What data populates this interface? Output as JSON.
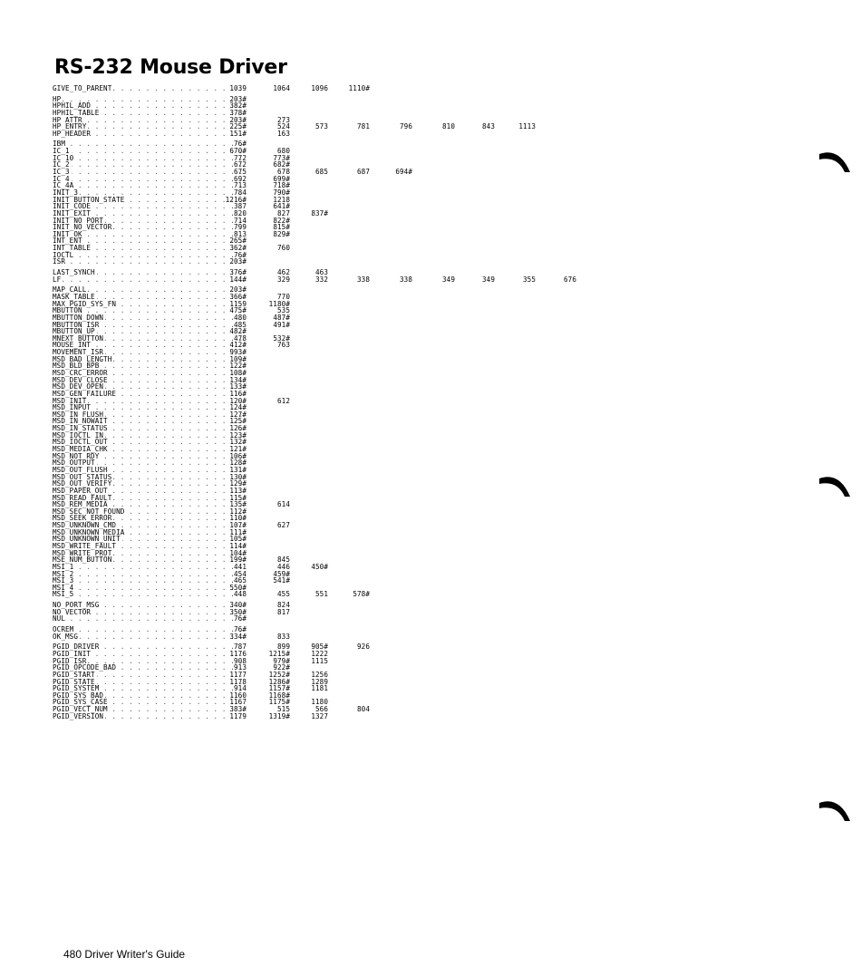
{
  "page": {
    "title": "RS-232 Mouse Driver",
    "footer": "480 Driver Writer's Guide"
  },
  "groups": [
    {
      "rows": [
        {
          "sym": "GIVE_TO_PARENT",
          "refs": [
            "1039",
            "1064",
            "1096",
            "1110#"
          ]
        }
      ]
    },
    {
      "rows": [
        {
          "sym": "HP",
          "refs": [
            "203#"
          ]
        },
        {
          "sym": "HPHIL_ADD",
          "refs": [
            "382#"
          ]
        },
        {
          "sym": "HPHIL_TABLE",
          "refs": [
            "378#"
          ]
        },
        {
          "sym": "HP_ATTR",
          "refs": [
            "203#",
            "273"
          ]
        },
        {
          "sym": "HP_ENTRY",
          "refs": [
            "225#",
            "524",
            "573",
            "781",
            "796",
            "810",
            "843",
            "1113"
          ]
        },
        {
          "sym": "HP_HEADER",
          "refs": [
            "151#",
            "163"
          ]
        }
      ]
    },
    {
      "rows": [
        {
          "sym": "IBM",
          "refs": [
            "76#"
          ]
        },
        {
          "sym": "IC_1",
          "refs": [
            "670#",
            "680"
          ]
        },
        {
          "sym": "IC_10",
          "refs": [
            "772",
            "773#"
          ]
        },
        {
          "sym": "IC_2",
          "refs": [
            "672",
            "682#"
          ]
        },
        {
          "sym": "IC_3",
          "refs": [
            "675",
            "678",
            "685",
            "687",
            "694#"
          ]
        },
        {
          "sym": "IC_4",
          "refs": [
            "692",
            "699#"
          ]
        },
        {
          "sym": "IC_4A",
          "refs": [
            "713",
            "718#"
          ]
        },
        {
          "sym": "INIT_3",
          "refs": [
            "784",
            "790#"
          ]
        },
        {
          "sym": "INIT_BUTTON_STATE",
          "refs": [
            "1216#",
            "1218"
          ]
        },
        {
          "sym": "INIT_CODE",
          "refs": [
            "387",
            "641#"
          ]
        },
        {
          "sym": "INIT_EXIT",
          "refs": [
            "820",
            "827",
            "837#"
          ]
        },
        {
          "sym": "INIT_NO_PORT",
          "refs": [
            "714",
            "822#"
          ]
        },
        {
          "sym": "INIT_NO_VECTOR",
          "refs": [
            "799",
            "815#"
          ]
        },
        {
          "sym": "INIT_OK",
          "refs": [
            "813",
            "829#"
          ]
        },
        {
          "sym": "INT_ENT",
          "refs": [
            "265#"
          ]
        },
        {
          "sym": "INT_TABLE",
          "refs": [
            "362#",
            "760"
          ]
        },
        {
          "sym": "IOCTL",
          "refs": [
            "76#"
          ]
        },
        {
          "sym": "ISR",
          "refs": [
            "203#"
          ]
        }
      ]
    },
    {
      "rows": [
        {
          "sym": "LAST_SYNCH",
          "refs": [
            "376#",
            "462",
            "463"
          ]
        },
        {
          "sym": "LF",
          "refs": [
            "144#",
            "329",
            "332",
            "338",
            "338",
            "349",
            "349",
            "355",
            "676"
          ]
        }
      ]
    },
    {
      "rows": [
        {
          "sym": "MAP_CALL",
          "refs": [
            "203#"
          ]
        },
        {
          "sym": "MASK_TABLE",
          "refs": [
            "366#",
            "770"
          ]
        },
        {
          "sym": "MAX_PGID_SYS_FN",
          "refs": [
            "1159",
            "1180#"
          ]
        },
        {
          "sym": "MBUTTON",
          "refs": [
            "475#",
            "535"
          ]
        },
        {
          "sym": "MBUTTON_DOWN",
          "refs": [
            "480",
            "487#"
          ]
        },
        {
          "sym": "MBUTTON_ISR",
          "refs": [
            "485",
            "491#"
          ]
        },
        {
          "sym": "MBUTTON_UP",
          "refs": [
            "482#"
          ]
        },
        {
          "sym": "MNEXT_BUTTON",
          "refs": [
            "478",
            "532#"
          ]
        },
        {
          "sym": "MOUSE_INT",
          "refs": [
            "412#",
            "763"
          ]
        },
        {
          "sym": "MOVEMENT_ISR",
          "refs": [
            "993#"
          ]
        },
        {
          "sym": "MSD_BAD_LENGTH",
          "refs": [
            "109#"
          ]
        },
        {
          "sym": "MSD_BLD_BPB",
          "refs": [
            "122#"
          ]
        },
        {
          "sym": "MSD_CRC_ERROR",
          "refs": [
            "108#"
          ]
        },
        {
          "sym": "MSD_DEV_CLOSE",
          "refs": [
            "134#"
          ]
        },
        {
          "sym": "MSD_DEV_OPEN",
          "refs": [
            "133#"
          ]
        },
        {
          "sym": "MSD_GEN_FAILURE",
          "refs": [
            "116#"
          ]
        },
        {
          "sym": "MSD_INIT",
          "refs": [
            "120#",
            "612"
          ]
        },
        {
          "sym": "MSD_INPUT",
          "refs": [
            "124#"
          ]
        },
        {
          "sym": "MSD_IN_FLUSH",
          "refs": [
            "127#"
          ]
        },
        {
          "sym": "MSD_IN_NOWAIT",
          "refs": [
            "125#"
          ]
        },
        {
          "sym": "MSD_IN_STATUS",
          "refs": [
            "126#"
          ]
        },
        {
          "sym": "MSD_IOCTL_IN",
          "refs": [
            "123#"
          ]
        },
        {
          "sym": "MSD_IOCTL_OUT",
          "refs": [
            "132#"
          ]
        },
        {
          "sym": "MSD_MEDIA_CHK",
          "refs": [
            "121#"
          ]
        },
        {
          "sym": "MSD_NOT_RDY",
          "refs": [
            "106#"
          ]
        },
        {
          "sym": "MSD_OUTPUT",
          "refs": [
            "128#"
          ]
        },
        {
          "sym": "MSD_OUT_FLUSH",
          "refs": [
            "131#"
          ]
        },
        {
          "sym": "MSD_OUT_STATUS",
          "refs": [
            "130#"
          ]
        },
        {
          "sym": "MSD_OUT_VERIFY",
          "refs": [
            "129#"
          ]
        },
        {
          "sym": "MSD_PAPER_OUT",
          "refs": [
            "113#"
          ]
        },
        {
          "sym": "MSD_READ_FAULT",
          "refs": [
            "115#"
          ]
        },
        {
          "sym": "MSD_REM_MEDIA",
          "refs": [
            "135#",
            "614"
          ]
        },
        {
          "sym": "MSD_SEC_NOT_FOUND",
          "refs": [
            "112#"
          ]
        },
        {
          "sym": "MSD_SEEK_ERROR",
          "refs": [
            "110#"
          ]
        },
        {
          "sym": "MSD_UNKNOWN_CMD",
          "refs": [
            "107#",
            "627"
          ]
        },
        {
          "sym": "MSD_UNKNOWN_MEDIA",
          "refs": [
            "111#"
          ]
        },
        {
          "sym": "MSD_UNKNOWN_UNIT",
          "refs": [
            "105#"
          ]
        },
        {
          "sym": "MSD_WRITE_FAULT",
          "refs": [
            "114#"
          ]
        },
        {
          "sym": "MSD_WRITE_PROT",
          "refs": [
            "104#"
          ]
        },
        {
          "sym": "MSE_NUM_BUTTON",
          "refs": [
            "199#",
            "845"
          ]
        },
        {
          "sym": "MSI_1",
          "refs": [
            "441",
            "446",
            "450#"
          ]
        },
        {
          "sym": "MSI_2",
          "refs": [
            "454",
            "459#"
          ]
        },
        {
          "sym": "MSI_3",
          "refs": [
            "465",
            "541#"
          ]
        },
        {
          "sym": "MSI_4",
          "refs": [
            "550#"
          ]
        },
        {
          "sym": "MSI_5",
          "refs": [
            "448",
            "455",
            "551",
            "578#"
          ]
        }
      ]
    },
    {
      "rows": [
        {
          "sym": "NO_PORT_MSG",
          "refs": [
            "340#",
            "824"
          ]
        },
        {
          "sym": "NO_VECTOR",
          "refs": [
            "350#",
            "817"
          ]
        },
        {
          "sym": "NUL",
          "refs": [
            "76#"
          ]
        }
      ]
    },
    {
      "rows": [
        {
          "sym": "OCREM",
          "refs": [
            "76#"
          ]
        },
        {
          "sym": "OK_MSG",
          "refs": [
            "334#",
            "833"
          ]
        }
      ]
    },
    {
      "rows": [
        {
          "sym": "PGID_DRIVER",
          "refs": [
            "787",
            "899",
            "905#",
            "926"
          ]
        },
        {
          "sym": "PGID_INIT",
          "refs": [
            "1176",
            "1215#",
            "1222"
          ]
        },
        {
          "sym": "PGID_ISR",
          "refs": [
            "908",
            "979#",
            "1115"
          ]
        },
        {
          "sym": "PGID_OPCODE_BAD",
          "refs": [
            "913",
            "922#"
          ]
        },
        {
          "sym": "PGID_START",
          "refs": [
            "1177",
            "1252#",
            "1256"
          ]
        },
        {
          "sym": "PGID_STATE",
          "refs": [
            "1178",
            "1286#",
            "1289"
          ]
        },
        {
          "sym": "PGID_SYSTEM",
          "refs": [
            "914",
            "1157#",
            "1181"
          ]
        },
        {
          "sym": "PGID_SYS_BAD",
          "refs": [
            "1160",
            "1168#"
          ]
        },
        {
          "sym": "PGID_SYS_CASE",
          "refs": [
            "1167",
            "1175#",
            "1180"
          ]
        },
        {
          "sym": "PGID_VECT_NUM",
          "refs": [
            "383#",
            "515",
            "566",
            "804"
          ]
        },
        {
          "sym": "PGID_VERSION",
          "refs": [
            "1179",
            "1319#",
            "1327"
          ]
        }
      ]
    }
  ]
}
